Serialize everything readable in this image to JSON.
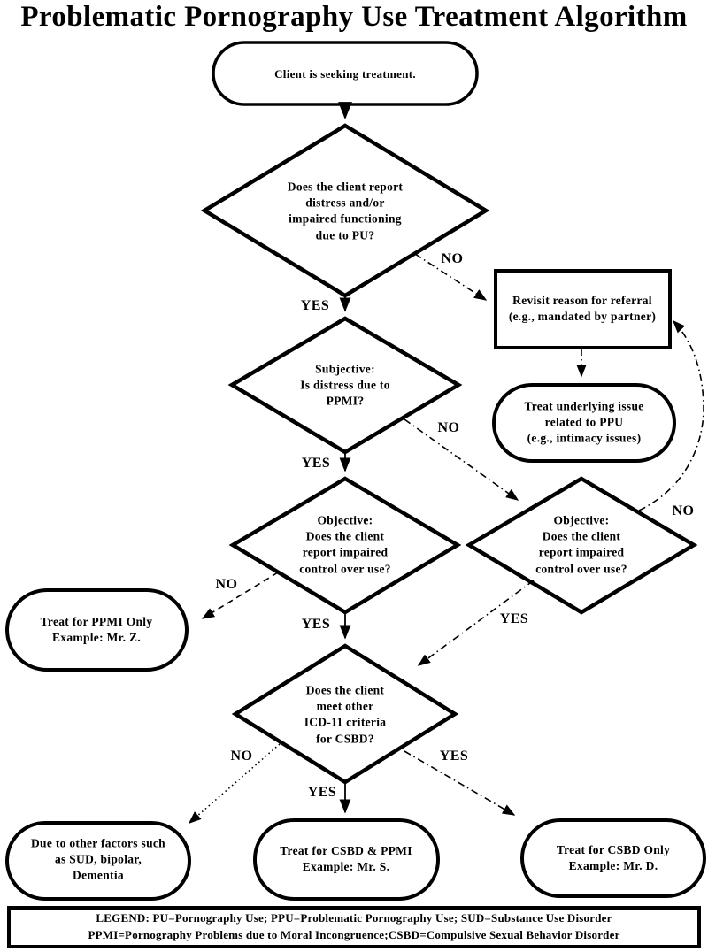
{
  "title": "Problematic Pornography Use Treatment Algorithm",
  "colors": {
    "ink": "#000000",
    "background": "#ffffff"
  },
  "nodes": {
    "start": {
      "shape": "terminator",
      "text": "Client is seeking treatment."
    },
    "d1": {
      "shape": "decision",
      "text": "Does the client report\ndistress and/or\nimpaired functioning\ndue to PU?"
    },
    "revisit": {
      "shape": "process",
      "text": "Revisit reason for referral\n(e.g., mandated by partner)"
    },
    "treat_underlying": {
      "shape": "terminator",
      "text": "Treat underlying issue\nrelated to PPU\n(e.g., intimacy issues)"
    },
    "d2": {
      "shape": "decision",
      "text": "Subjective:\nIs distress due to\nPPMI?"
    },
    "d3": {
      "shape": "decision",
      "text": "Objective:\nDoes the client\nreport impaired\ncontrol over use?"
    },
    "d4": {
      "shape": "decision",
      "text": "Objective:\nDoes the client\nreport impaired\ncontrol over use?"
    },
    "ppmi_only": {
      "shape": "terminator",
      "text": "Treat for PPMI Only\nExample: Mr. Z."
    },
    "d5": {
      "shape": "decision",
      "text": "Does the client\nmeet other\nICD-11 criteria\nfor CSBD?"
    },
    "other_factors": {
      "shape": "terminator",
      "text": "Due to other factors such\nas SUD, bipolar,\nDementia"
    },
    "csbd_ppmi": {
      "shape": "terminator",
      "text": "Treat for CSBD & PPMI\nExample: Mr. S."
    },
    "csbd_only": {
      "shape": "terminator",
      "text": "Treat for CSBD Only\nExample: Mr. D."
    }
  },
  "edge_labels": {
    "no1": "NO",
    "yes1": "YES",
    "no2": "NO",
    "yes2": "YES",
    "no3": "NO",
    "yes3": "YES",
    "no4": "NO",
    "yes4": "YES",
    "no5": "NO",
    "yes5": "YES",
    "yes6": "YES"
  },
  "legend": {
    "line1": "LEGEND: PU=Pornography Use; PPU=Problematic Pornography Use; SUD=Substance Use Disorder",
    "line2": "PPMI=Pornography Problems due to Moral Incongruence;CSBD=Compulsive Sexual Behavior Disorder"
  }
}
